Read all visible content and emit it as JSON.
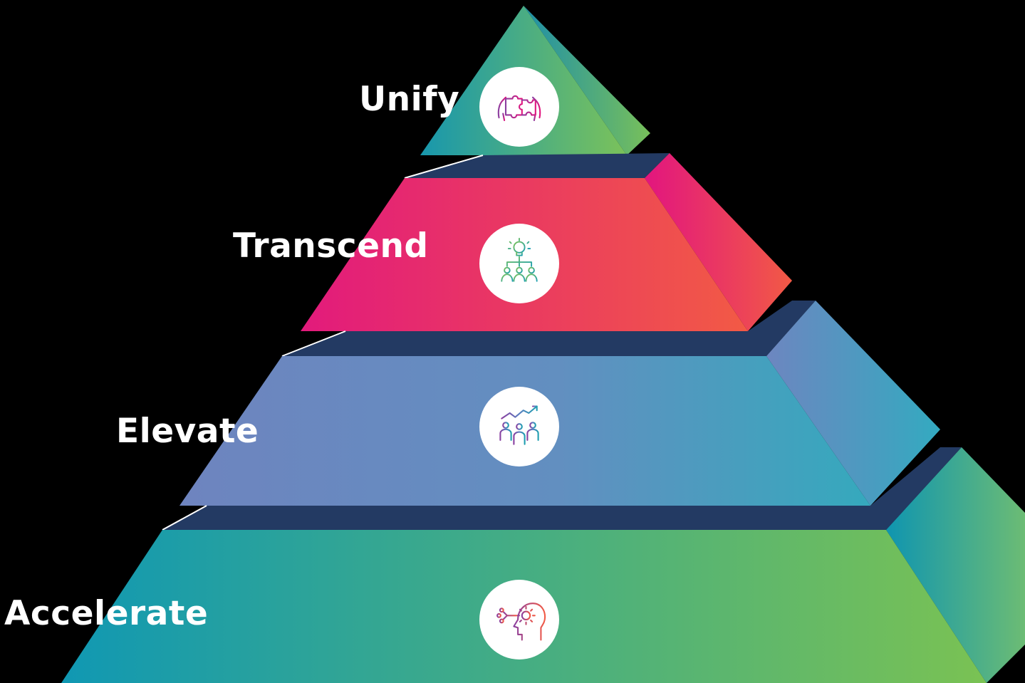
{
  "levels": [
    {
      "label": "Unify",
      "icon": "puzzle-hands-icon",
      "colors": [
        "#1d9fb0",
        "#7bc25a"
      ]
    },
    {
      "label": "Transcend",
      "icon": "idea-team-icon",
      "colors": [
        "#e21a7c",
        "#f25a45"
      ]
    },
    {
      "label": "Elevate",
      "icon": "team-growth-icon",
      "colors": [
        "#6f86bf",
        "#3aa9bd"
      ]
    },
    {
      "label": "Accelerate",
      "icon": "ai-head-gear-icon",
      "colors": [
        "#159cb1",
        "#7ac253"
      ]
    }
  ],
  "colors": {
    "background": "#000000",
    "step_shadow": "#233a63",
    "label": "#ffffff"
  }
}
